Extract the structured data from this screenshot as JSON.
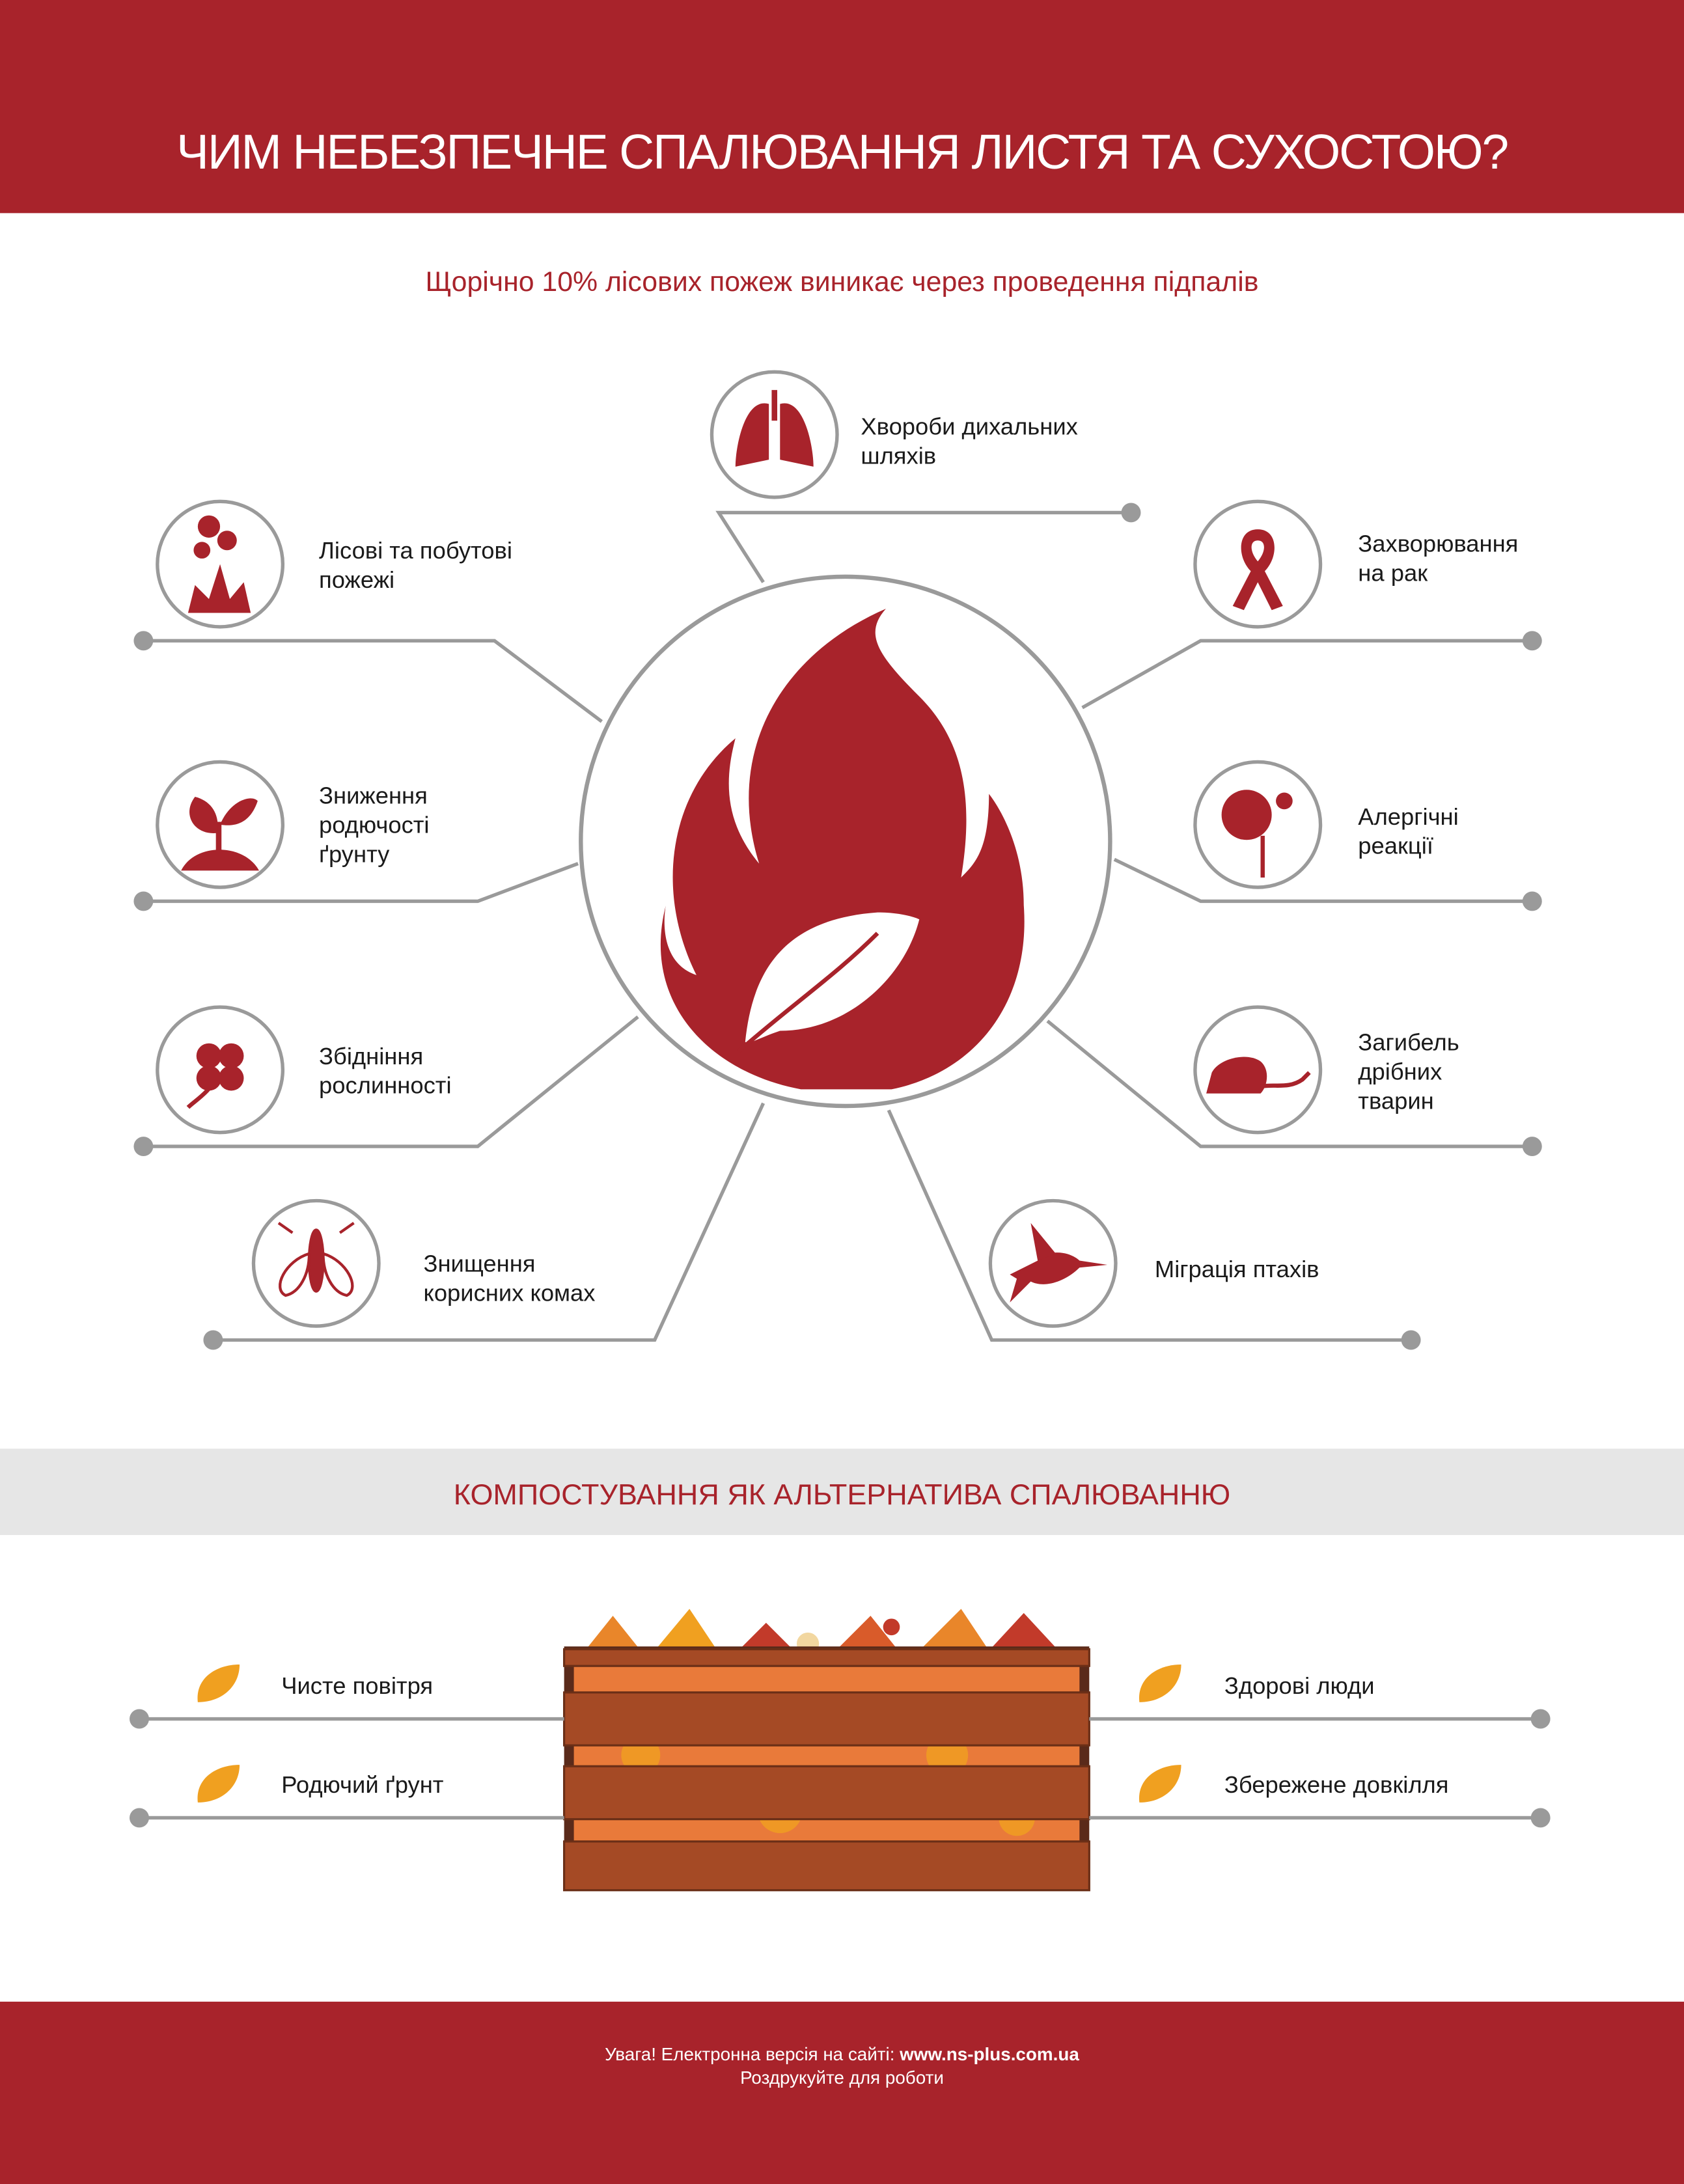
{
  "header": {
    "title": "ЧИМ НЕБЕЗПЕЧНЕ СПАЛЮВАННЯ ЛИСТЯ ТА СУХОСТОЮ?"
  },
  "subtitle": "Щорічно 10% лісових пожеж виникає через проведення підпалів",
  "dangers": [
    {
      "icon": "lungs-icon",
      "line1": "Хвороби дихальних",
      "line2": "шляхів"
    },
    {
      "icon": "forest-fire-icon",
      "line1": "Лісові та побутові",
      "line2": "пожежі"
    },
    {
      "icon": "sprout-icon",
      "line1": "Зниження",
      "line2": "родючості",
      "line3": "ґрунту"
    },
    {
      "icon": "clover-icon",
      "line1": "Збідніння",
      "line2": "рослинності"
    },
    {
      "icon": "insect-icon",
      "line1": "Знищення",
      "line2": "корисних комах"
    },
    {
      "icon": "ribbon-icon",
      "line1": "Захворювання",
      "line2": "на рак"
    },
    {
      "icon": "flower-icon",
      "line1": "Алергічні",
      "line2": "реакції"
    },
    {
      "icon": "mouse-icon",
      "line1": "Загибель",
      "line2": "дрібних",
      "line3": "тварин"
    },
    {
      "icon": "bird-icon",
      "line1": "Міграція птахів"
    }
  ],
  "compost": {
    "title": "КОМПОСТУВАННЯ ЯК АЛЬТЕРНАТИВА СПАЛЮВАННЮ",
    "benefits": [
      "Чисте повітря",
      "Родючий ґрунт",
      "Здорові люди",
      "Збережене довкілля"
    ]
  },
  "footer": {
    "line1_prefix": "Увага! Електронна версія на сайті: ",
    "url": "www.ns-plus.com.ua",
    "line2": "Роздрукуйте для роботи"
  },
  "colors": {
    "accent": "#A8232B",
    "line": "#9a9a9a",
    "leaf": "#F0A020"
  }
}
